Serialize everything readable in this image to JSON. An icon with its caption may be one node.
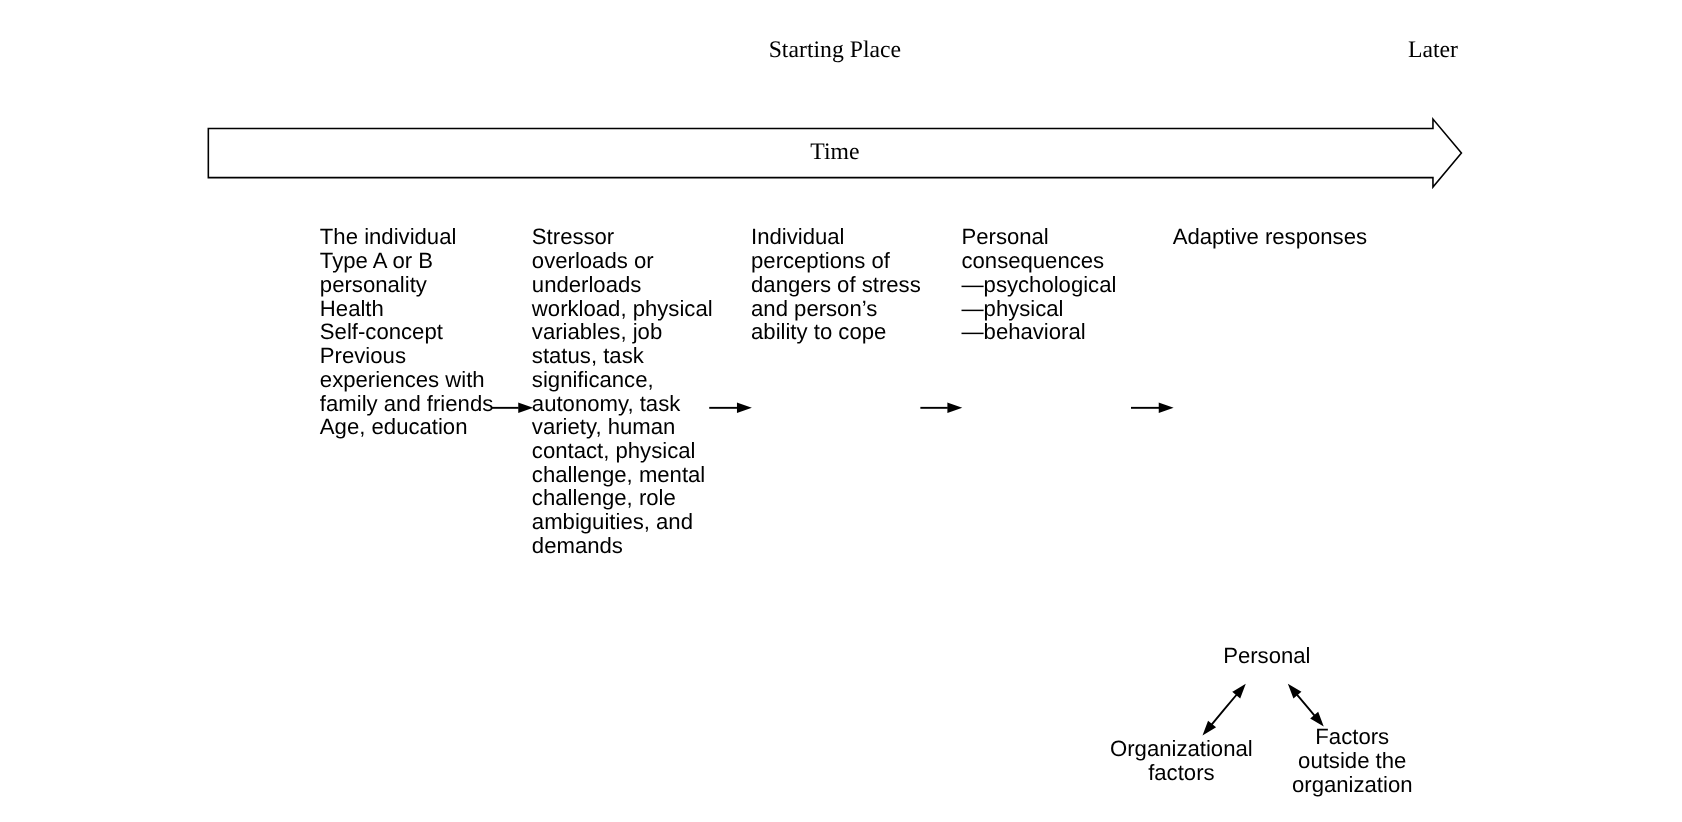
{
  "diagram": {
    "nodes": [
      {
        "text": [
          "Time"
        ]
      },
      {
        "text": [
          "The individual",
          "Type A or B personality",
          "Health",
          "Self-concept",
          "Previous experiences with family and friends",
          "Age, education"
        ]
      },
      {
        "text": [
          "Stressor",
          "overloads or underloads",
          "workload, physical variables, job status, task significance, autonomy, task variety, human contact, physical challenge, mental challenge, role ambiguities, and demands"
        ]
      },
      {
        "text": [
          "Individual perceptions of dangers of stress and person’s ability to cope"
        ]
      },
      {
        "text": [
          "Personal consequences",
          "—psychological",
          "—physical",
          "—behavioral"
        ]
      },
      {
        "text": [
          "Adaptive responses"
        ]
      },
      {
        "text": [
          "Personal"
        ]
      },
      {
        "text": [
          "Organizational factors"
        ]
      },
      {
        "text": [
          "Factors outside the organization"
        ]
      }
    ],
    "edges": [
      {
        "from": 1,
        "to": 2,
        "arrow": "to"
      },
      {
        "from": 2,
        "to": 3,
        "arrow": "to"
      },
      {
        "from": 3,
        "to": 4,
        "arrow": "to"
      },
      {
        "from": 4,
        "to": 5,
        "arrow": "to"
      },
      {
        "from": 6,
        "to": 7,
        "arrow": "both"
      },
      {
        "from": 6,
        "to": 8,
        "arrow": "both"
      }
    ],
    "labels": [
      "Starting Place",
      "Later"
    ]
  }
}
